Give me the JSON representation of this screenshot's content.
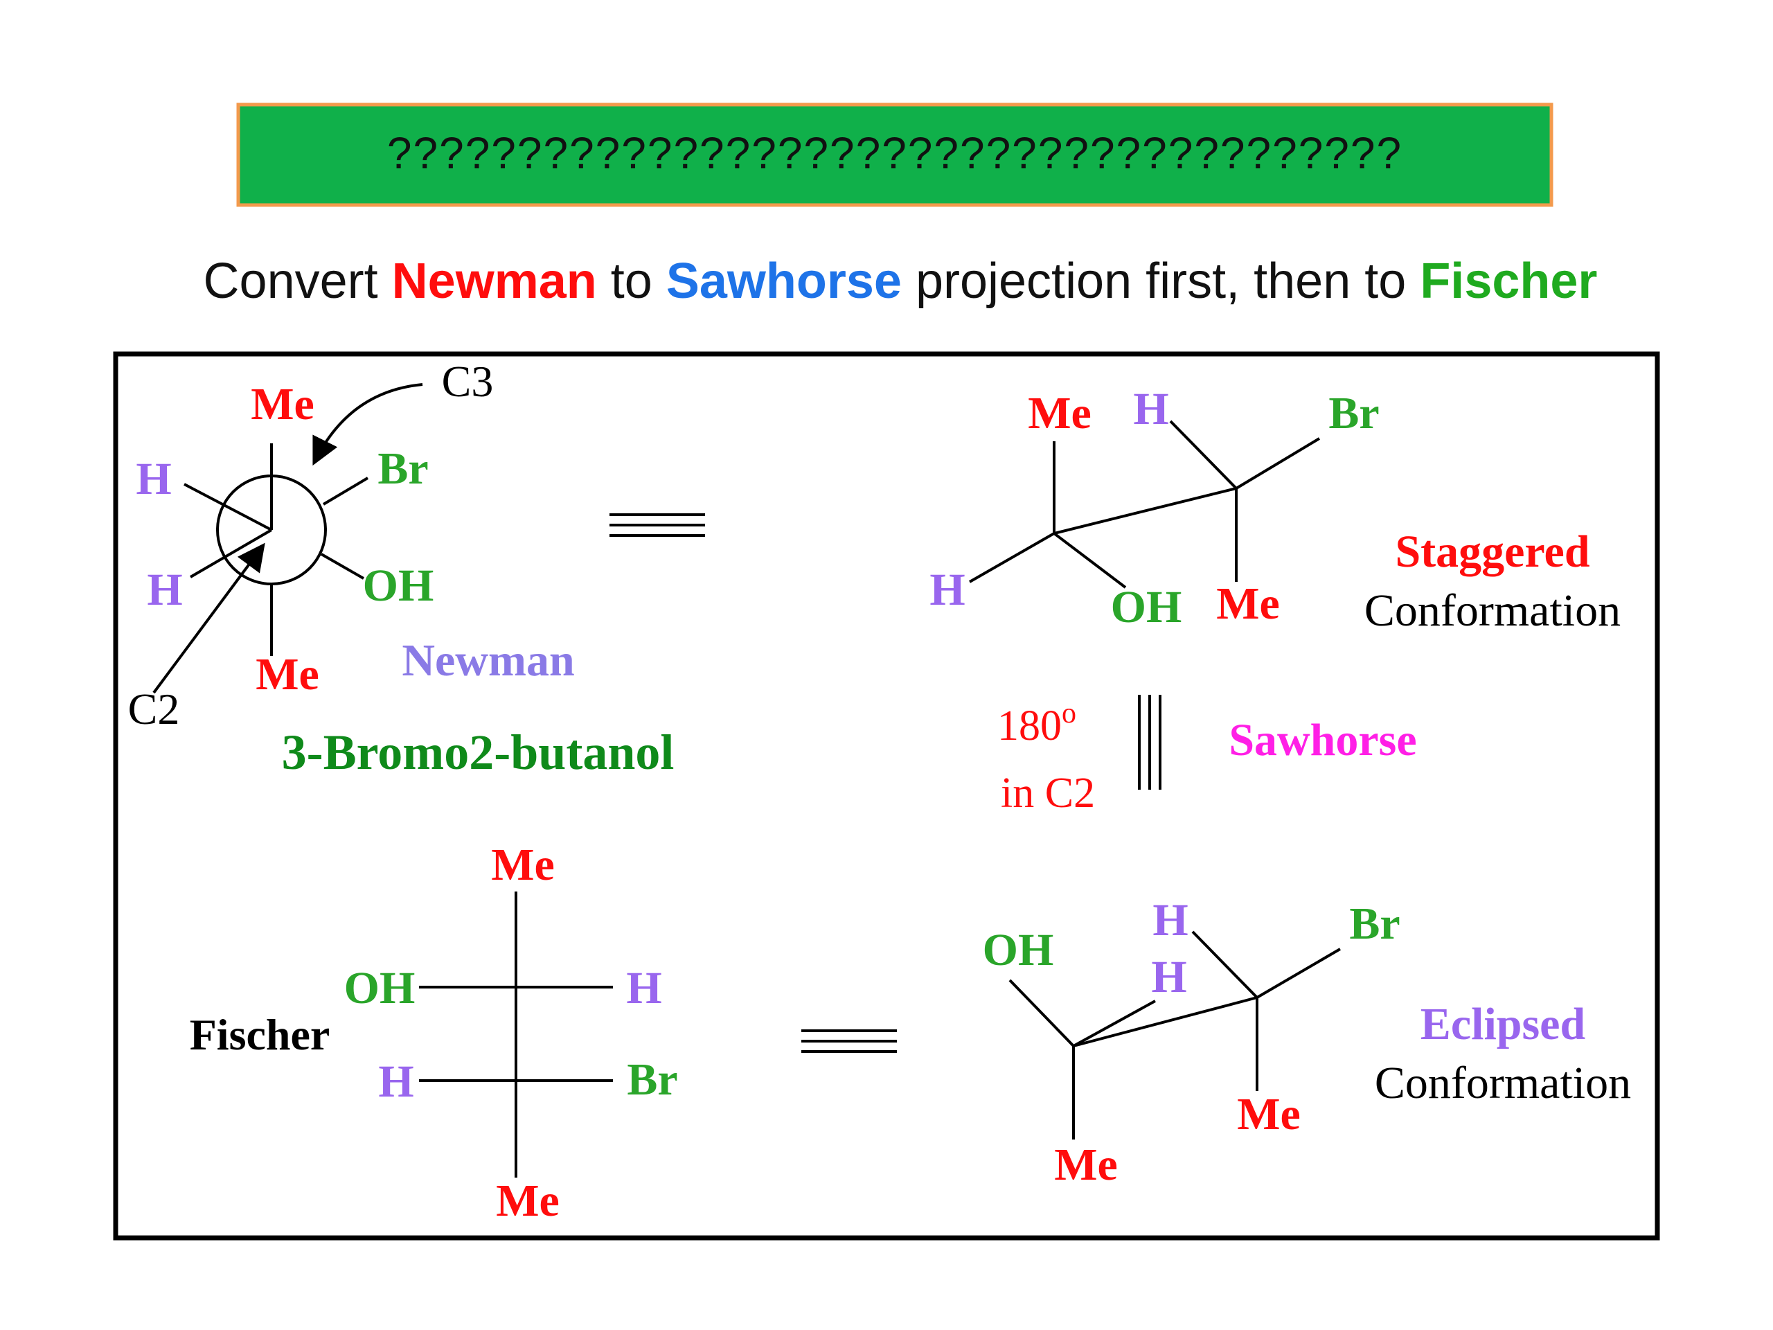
{
  "banner": {
    "text": "???????????????????????????????????????",
    "fill_color": "#10b04a",
    "border_color": "#f39a4c"
  },
  "heading": {
    "parts": [
      {
        "text": "Convert ",
        "color": "#111111"
      },
      {
        "text": "Newman",
        "color": "#ff0d0d"
      },
      {
        "text": " to ",
        "color": "#111111"
      },
      {
        "text": "Sawhorse",
        "color": "#1e73e8"
      },
      {
        "text": " projection first, then to ",
        "color": "#111111"
      },
      {
        "text": "Fischer",
        "color": "#1faa1f"
      }
    ]
  },
  "colors": {
    "me": "#ff0d0d",
    "h": "#9966ee",
    "br": "#2aa52a",
    "oh": "#2aa52a",
    "black": "#000000",
    "name": "#0f8a1a",
    "newman_label": "#8a7ae6",
    "sawhorse_label": "#ff1fe6",
    "eclipsed_label": "#9966ee"
  },
  "newman": {
    "front_top": "Me",
    "front_upper_left": "H",
    "front_lower_left": "H",
    "back_upper_right": "Br",
    "back_lower_right": "OH",
    "back_bottom": "Me",
    "c3_label": "C3",
    "c2_label": "C2",
    "projection_label": "Newman",
    "compound_name": "3-Bromo2-butanol"
  },
  "staggered": {
    "left_top": "Me",
    "left_lower_left": "H",
    "left_lower_right": "OH",
    "right_top_left": "H",
    "right_top_right": "Br",
    "right_bottom": "Me",
    "label_line1": "Staggered",
    "label_line2": "Conformation"
  },
  "rotation": {
    "text": "180",
    "superscript": "o",
    "line2": "in C2",
    "sawhorse_label": "Sawhorse"
  },
  "eclipsed": {
    "left_top": "OH",
    "left_upper_right": "H",
    "left_bottom": "Me",
    "right_top_left": "H",
    "right_top_right": "Br",
    "right_bottom": "Me",
    "label_line1": "Eclipsed",
    "label_line2": "Conformation"
  },
  "fischer": {
    "top": "Me",
    "upper_left": "OH",
    "upper_right": "H",
    "lower_left": "H",
    "lower_right": "Br",
    "bottom": "Me",
    "label": "Fischer"
  }
}
